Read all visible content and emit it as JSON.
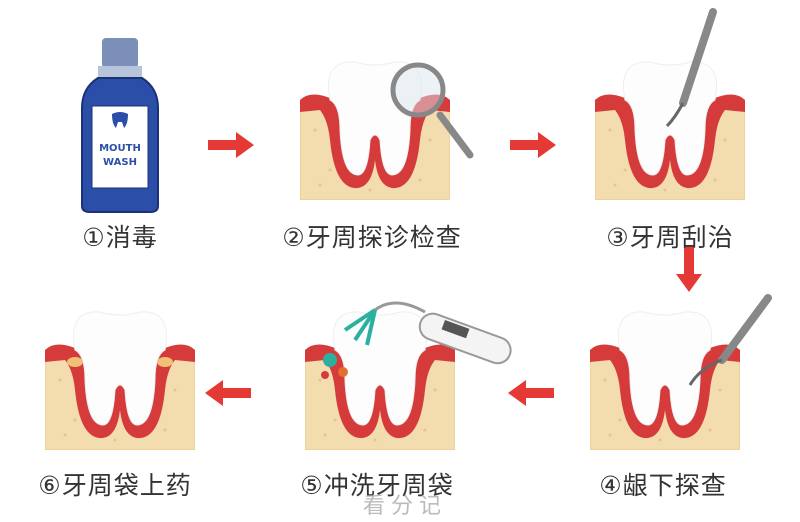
{
  "steps": [
    {
      "number": "①",
      "label": "消毒"
    },
    {
      "number": "②",
      "label": "牙周探诊检查"
    },
    {
      "number": "③",
      "label": "牙周刮治"
    },
    {
      "number": "④",
      "label": "龈下探查"
    },
    {
      "number": "⑤",
      "label": "冲洗牙周袋"
    },
    {
      "number": "⑥",
      "label": "牙周袋上药"
    }
  ],
  "bottle": {
    "line1": "MOUTH",
    "line2": "WASH"
  },
  "watermark": "看分记",
  "colors": {
    "arrow": "#e53935",
    "gum": "#d63b3b",
    "bone": "#f5deb0",
    "bottle": "#2b4fa8"
  }
}
